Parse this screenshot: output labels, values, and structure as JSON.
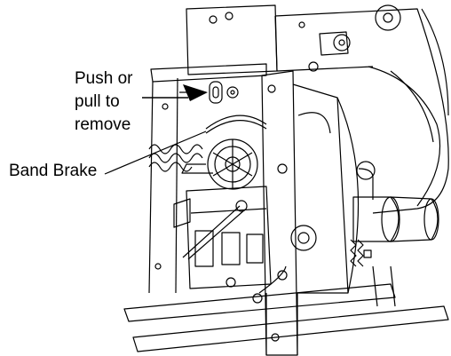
{
  "callouts": {
    "push_pull": [
      "Push or",
      "pull to",
      "remove"
    ],
    "band_brake": "Band Brake"
  },
  "colors": {
    "line": "#000000",
    "shade": "#555555",
    "background": "#ffffff"
  }
}
